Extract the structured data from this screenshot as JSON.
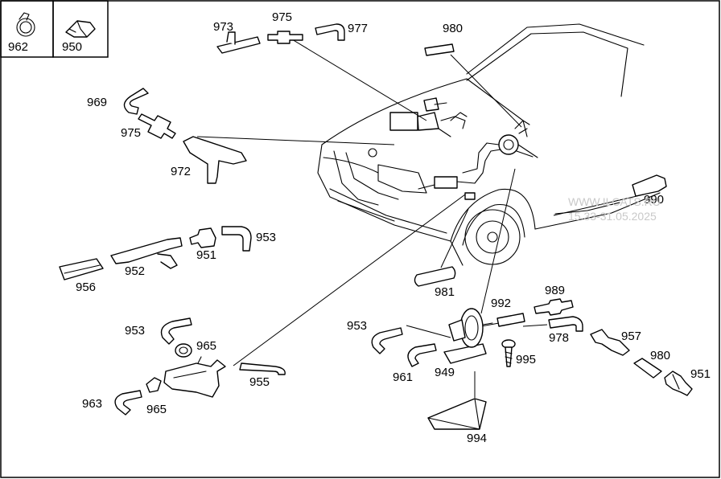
{
  "legend_boxes": [
    {
      "part_no": "962",
      "icon": "hose-clamp-icon"
    },
    {
      "part_no": "950",
      "icon": "clip-icon"
    }
  ],
  "labels": {
    "p973": "973",
    "p975a": "975",
    "p977": "977",
    "p980a": "980",
    "p969": "969",
    "p975b": "975",
    "p972": "972",
    "p953a": "953",
    "p951a": "951",
    "p952": "952",
    "p956": "956",
    "p953b": "953",
    "p965a": "965",
    "p955": "955",
    "p963": "963",
    "p965b": "965",
    "p981": "981",
    "p990": "990",
    "p992": "992",
    "p989": "989",
    "p978": "978",
    "p953c": "953",
    "p957": "957",
    "p995": "995",
    "p961": "961",
    "p949": "949",
    "p980b": "980",
    "p951b": "951",
    "p994": "994"
  },
  "watermark": {
    "line1": "WWW.ILCATS.RU",
    "line2": "15.33-31.05.2025"
  }
}
